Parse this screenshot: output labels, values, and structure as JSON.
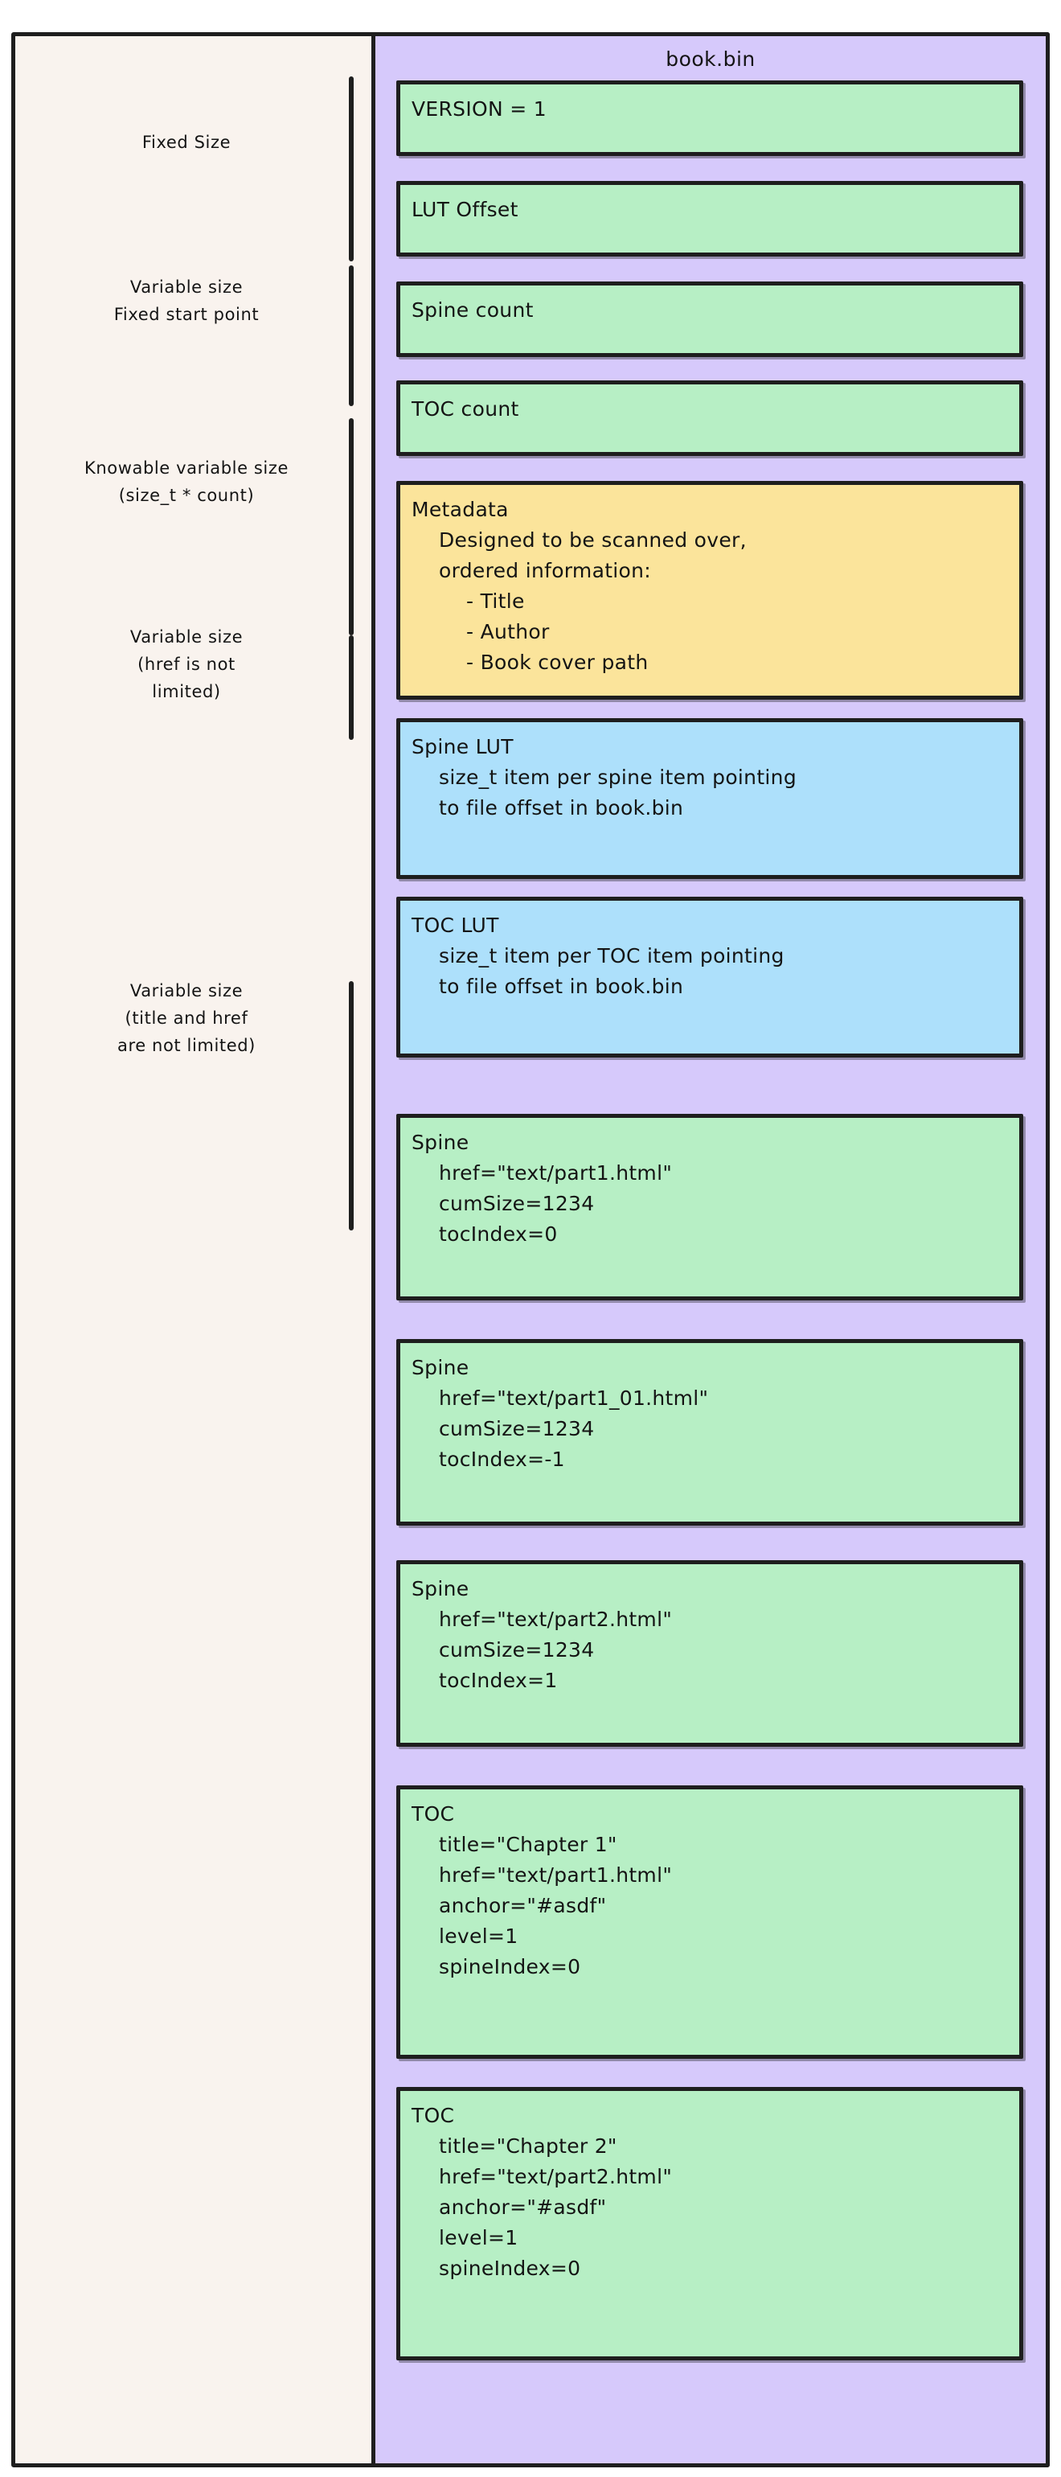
{
  "diagram": {
    "title": "book.bin",
    "annotations": [
      {
        "lines": [
          "Fixed Size"
        ]
      },
      {
        "lines": [
          "Variable size",
          "Fixed start point"
        ]
      },
      {
        "lines": [
          "Knowable variable size",
          "(size_t * count)"
        ]
      },
      {
        "lines": [
          "Variable size",
          "(href is not",
          "limited)"
        ]
      },
      {
        "lines": [
          "Variable size",
          "(title and href",
          "are not limited)"
        ]
      }
    ],
    "blocks": [
      {
        "color": "green",
        "lines": [
          {
            "text": "VERSION = 1",
            "indent": 0
          }
        ]
      },
      {
        "color": "green",
        "lines": [
          {
            "text": "LUT Offset",
            "indent": 0
          }
        ]
      },
      {
        "color": "green",
        "lines": [
          {
            "text": "Spine count",
            "indent": 0
          }
        ]
      },
      {
        "color": "green",
        "lines": [
          {
            "text": "TOC count",
            "indent": 0
          }
        ]
      },
      {
        "color": "yellow",
        "lines": [
          {
            "text": "Metadata",
            "indent": 0
          },
          {
            "text": "Designed to be scanned over,",
            "indent": 1
          },
          {
            "text": "ordered information:",
            "indent": 1
          },
          {
            "text": "- Title",
            "indent": 2
          },
          {
            "text": "- Author",
            "indent": 2
          },
          {
            "text": "- Book cover path",
            "indent": 2
          }
        ]
      },
      {
        "color": "blue",
        "lines": [
          {
            "text": "Spine LUT",
            "indent": 0
          },
          {
            "text": "size_t item per spine item pointing",
            "indent": 1
          },
          {
            "text": "to file offset in book.bin",
            "indent": 1
          }
        ]
      },
      {
        "color": "blue",
        "lines": [
          {
            "text": "TOC LUT",
            "indent": 0
          },
          {
            "text": "size_t item per TOC item pointing",
            "indent": 1
          },
          {
            "text": "to file offset in book.bin",
            "indent": 1
          }
        ]
      },
      {
        "color": "green",
        "lines": [
          {
            "text": "Spine",
            "indent": 0
          },
          {
            "text": "href=\"text/part1.html\"",
            "indent": 1
          },
          {
            "text": "cumSize=1234",
            "indent": 1
          },
          {
            "text": "tocIndex=0",
            "indent": 1
          }
        ]
      },
      {
        "color": "green",
        "lines": [
          {
            "text": "Spine",
            "indent": 0
          },
          {
            "text": "href=\"text/part1_01.html\"",
            "indent": 1
          },
          {
            "text": "cumSize=1234",
            "indent": 1
          },
          {
            "text": "tocIndex=-1",
            "indent": 1
          }
        ]
      },
      {
        "color": "green",
        "lines": [
          {
            "text": "Spine",
            "indent": 0
          },
          {
            "text": "href=\"text/part2.html\"",
            "indent": 1
          },
          {
            "text": "cumSize=1234",
            "indent": 1
          },
          {
            "text": "tocIndex=1",
            "indent": 1
          }
        ]
      },
      {
        "color": "green",
        "lines": [
          {
            "text": "TOC",
            "indent": 0
          },
          {
            "text": "title=\"Chapter 1\"",
            "indent": 1
          },
          {
            "text": "href=\"text/part1.html\"",
            "indent": 1
          },
          {
            "text": "anchor=\"#asdf\"",
            "indent": 1
          },
          {
            "text": "level=1",
            "indent": 1
          },
          {
            "text": "spineIndex=0",
            "indent": 1
          }
        ]
      },
      {
        "color": "green",
        "lines": [
          {
            "text": "TOC",
            "indent": 0
          },
          {
            "text": "title=\"Chapter 2\"",
            "indent": 1
          },
          {
            "text": "href=\"text/part2.html\"",
            "indent": 1
          },
          {
            "text": "anchor=\"#asdf\"",
            "indent": 1
          },
          {
            "text": "level=1",
            "indent": 1
          },
          {
            "text": "spineIndex=0",
            "indent": 1
          }
        ]
      }
    ],
    "colors": {
      "green": "#b7efc5",
      "yellow": "#fbe49b",
      "blue": "#ade0fb",
      "panel": "#d6c9fb",
      "background": "#f9f3ee",
      "stroke": "#1e1e1e"
    }
  },
  "layout": {
    "block_tops": [
      55,
      180,
      305,
      428,
      553,
      848,
      1070,
      1340,
      1620,
      1895,
      2175,
      2550
    ],
    "block_heights": [
      94,
      94,
      94,
      94,
      272,
      200,
      200,
      232,
      232,
      232,
      340,
      340
    ],
    "annot_tops": [
      120,
      300,
      525,
      735,
      1175
    ],
    "bracket_tops": [
      55,
      290,
      480,
      750,
      1180
    ],
    "bracket_heights": [
      230,
      175,
      270,
      130,
      310
    ]
  }
}
